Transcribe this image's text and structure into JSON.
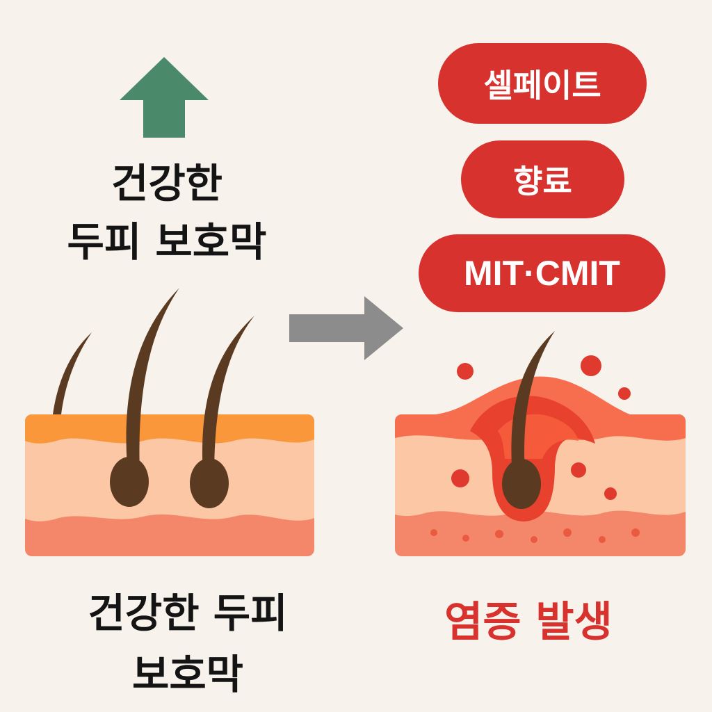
{
  "labels": {
    "top_title_line1": "건강한",
    "top_title_line2": "두피 보호막",
    "bottom_title_line1": "건강한 두피",
    "bottom_title_line2": "보호막",
    "right_caption": "염증 발생"
  },
  "ingredients": [
    {
      "label": "셀페이트"
    },
    {
      "label": "향료"
    },
    {
      "label": "MIT·CMIT"
    }
  ],
  "colors": {
    "up_arrow": "#4a8a6a",
    "right_arrow": "#8c8c8c",
    "pill": "#d8322e",
    "caption": "#d8322e",
    "skin_top_healthy": "#f9973a",
    "skin_mid": "#fbc7a5",
    "skin_bottom": "#f4876a",
    "hair": "#5b3a22"
  },
  "icons": {
    "up_arrow": "arrow-up-icon",
    "right_arrow": "arrow-right-icon"
  }
}
